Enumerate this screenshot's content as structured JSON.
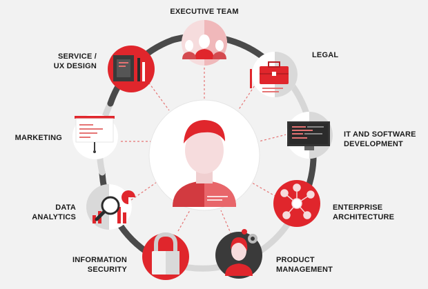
{
  "colors": {
    "background": "#f2f2f2",
    "accent_red": "#e0262c",
    "dark_red": "#b81e23",
    "ring_dark": "#4a4a4a",
    "ring_light": "#d7d7d7",
    "connector": "#e57373"
  },
  "center": {
    "icon": "person-avatar-icon"
  },
  "nodes": [
    {
      "id": "executive",
      "lines": [
        "EXECUTIVE TEAM"
      ],
      "icon": "team-icon"
    },
    {
      "id": "legal",
      "lines": [
        "LEGAL"
      ],
      "icon": "briefcase-icon"
    },
    {
      "id": "it",
      "lines": [
        "IT AND SOFTWARE",
        "DEVELOPMENT"
      ],
      "icon": "monitor-icon"
    },
    {
      "id": "enterprise",
      "lines": [
        "ENTERPRISE",
        "ARCHITECTURE"
      ],
      "icon": "network-icon"
    },
    {
      "id": "product",
      "lines": [
        "PRODUCT",
        "MANAGEMENT"
      ],
      "icon": "manager-gear-icon"
    },
    {
      "id": "security",
      "lines": [
        "INFORMATION",
        "SECURITY"
      ],
      "icon": "padlock-icon"
    },
    {
      "id": "data",
      "lines": [
        "DATA",
        "ANALYTICS"
      ],
      "icon": "magnifier-chart-icon"
    },
    {
      "id": "marketing",
      "lines": [
        "MARKETING"
      ],
      "icon": "presentation-board-icon"
    },
    {
      "id": "service",
      "lines": [
        "SERVICE /",
        "UX DESIGN"
      ],
      "icon": "sketchbook-pens-icon"
    }
  ]
}
